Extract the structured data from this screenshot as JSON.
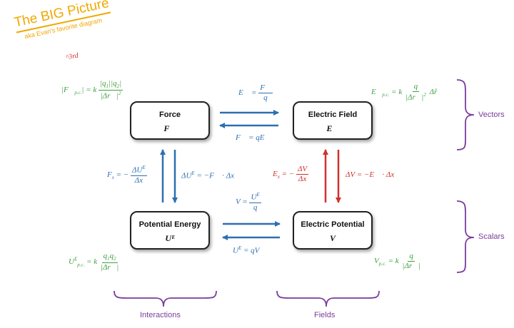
{
  "header": {
    "title": "The BIG Picture",
    "subtitle": "aka Evan's favorite diagram",
    "edit_mark": "3rd"
  },
  "boxes": {
    "force": {
      "title": "Force",
      "symbol": "F⃗"
    },
    "electric_field": {
      "title": "Electric Field",
      "symbol": "E⃗"
    },
    "potential_energy": {
      "title": "Potential Energy",
      "symbol": "Uᴱ"
    },
    "electric_potential": {
      "title": "Electric Potential",
      "symbol": "V"
    }
  },
  "groups": {
    "vectors": "Vectors",
    "scalars": "Scalars",
    "interactions": "Interactions",
    "fields": "Fields"
  },
  "colors": {
    "green": "#3f9f3f",
    "blue": "#2e6fb0",
    "red": "#d0312d",
    "purple": "#7a3d9c",
    "title_orange": "#f0a800"
  }
}
